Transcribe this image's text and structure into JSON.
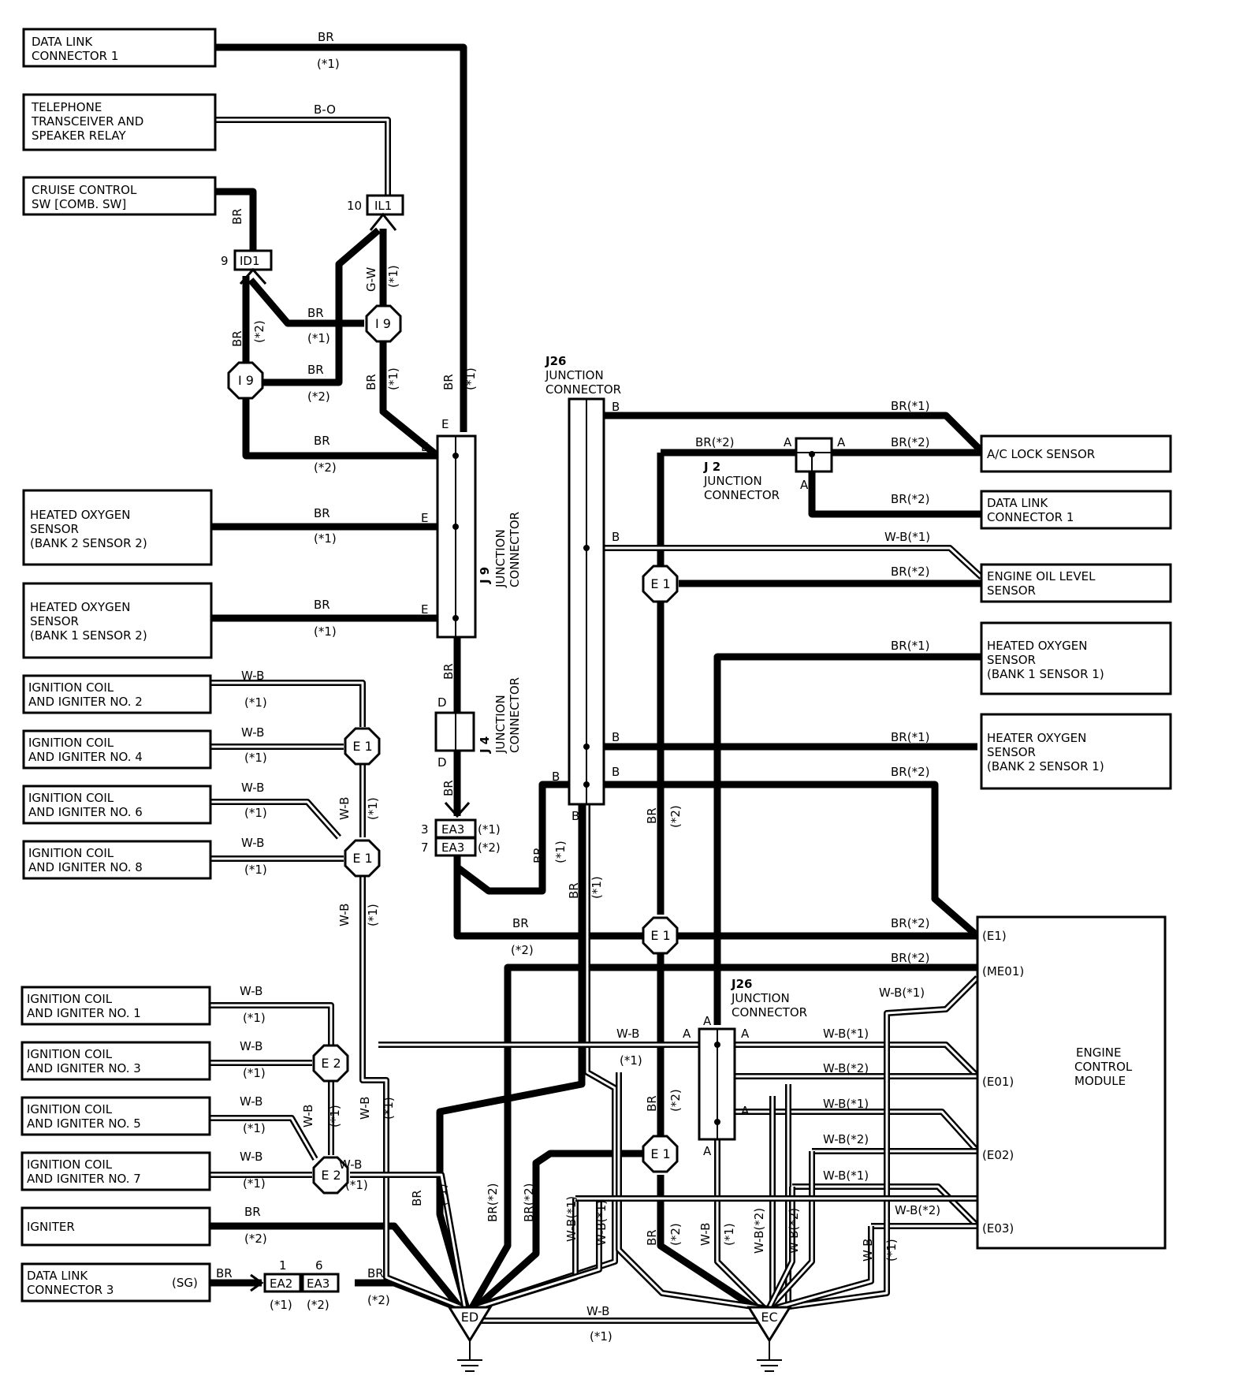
{
  "components": {
    "dlc1_top": [
      "DATA LINK",
      "CONNECTOR 1"
    ],
    "telephone": [
      "TELEPHONE",
      "TRANSCEIVER AND",
      "SPEAKER RELAY"
    ],
    "cruise": [
      "CRUISE CONTROL",
      "SW [COMB.  SW]"
    ],
    "ho2_b2s2": [
      "HEATED OXYGEN",
      "SENSOR",
      "(BANK 2 SENSOR 2)"
    ],
    "ho2_b1s2": [
      "HEATED OXYGEN",
      "SENSOR",
      "(BANK 1 SENSOR 2)"
    ],
    "coil2": [
      "IGNITION COIL",
      "AND IGNITER NO. 2"
    ],
    "coil4": [
      "IGNITION COIL",
      "AND IGNITER NO. 4"
    ],
    "coil6": [
      "IGNITION COIL",
      "AND IGNITER NO. 6"
    ],
    "coil8": [
      "IGNITION COIL",
      "AND IGNITER NO. 8"
    ],
    "coil1": [
      "IGNITION COIL",
      "AND IGNITER NO. 1"
    ],
    "coil3": [
      "IGNITION COIL",
      "AND IGNITER NO. 3"
    ],
    "coil5": [
      "IGNITION COIL",
      "AND IGNITER NO. 5"
    ],
    "coil7": [
      "IGNITION COIL",
      "AND IGNITER NO. 7"
    ],
    "igniter": [
      "IGNITER"
    ],
    "dlc3": [
      "DATA LINK",
      "CONNECTOR 3"
    ],
    "dlc3_pin": "(SG)",
    "ac_lock": [
      "A/C LOCK SENSOR"
    ],
    "dlc1_right": [
      "DATA LINK",
      "CONNECTOR 1"
    ],
    "oil_level": [
      "ENGINE OIL LEVEL",
      "SENSOR"
    ],
    "ho2_b1s1": [
      "HEATED OXYGEN",
      "SENSOR",
      "(BANK 1 SENSOR 1)"
    ],
    "ho2_b2s1": [
      "HEATER OXYGEN",
      "SENSOR",
      "(BANK 2 SENSOR 1)"
    ],
    "ecm": [
      "ENGINE",
      "CONTROL",
      "MODULE"
    ]
  },
  "ecm_pins": [
    "(E1)",
    "(ME01)",
    "(E01)",
    "(E02)",
    "(E03)"
  ],
  "junctions": {
    "j9": [
      "J 9",
      "JUNCTION",
      "CONNECTOR"
    ],
    "j4": [
      "J 4",
      "JUNCTION",
      "CONNECTOR"
    ],
    "j26_top": [
      "J26",
      "JUNCTION",
      "CONNECTOR"
    ],
    "j2": [
      "J 2",
      "JUNCTION",
      "CONNECTOR"
    ],
    "j26_bottom": [
      "J26",
      "JUNCTION",
      "CONNECTOR"
    ]
  },
  "connectors": {
    "il1": "IL1",
    "il1_pin": "10",
    "id1": "ID1",
    "id1_pin": "9",
    "ea3_a": "EA3",
    "ea3_a_pin": "3",
    "ea3_a_note": "(*1)",
    "ea3_b": "EA3",
    "ea3_b_pin": "7",
    "ea3_b_note": "(*2)",
    "ea2": "EA2",
    "ea2_pin": "1",
    "ea2_note": "(*1)",
    "ea3_c": "EA3",
    "ea3_c_pin": "6",
    "ea3_c_note": "(*2)"
  },
  "splices": {
    "i9_top": "I 9",
    "i9_left": "I 9",
    "e1_a": "E 1",
    "e1_b": "E 1",
    "e2_a": "E 2",
    "e2_b": "E 2",
    "e1_r1": "E 1",
    "e1_r2": "E 1",
    "e1_r3": "E 1"
  },
  "grounds": {
    "ed": "ED",
    "ec": "EC"
  },
  "labels": {
    "br": "BR",
    "bo": "B-O",
    "gw": "G-W",
    "wb": "W-B",
    "n1": "(*1)",
    "n2": "(*2)",
    "br1": "BR(*1)",
    "br2": "BR(*2)",
    "wb1": "W-B(*1)",
    "wb2": "W-B(*2)",
    "e": "E",
    "d": "D",
    "a": "A",
    "b": "B"
  }
}
